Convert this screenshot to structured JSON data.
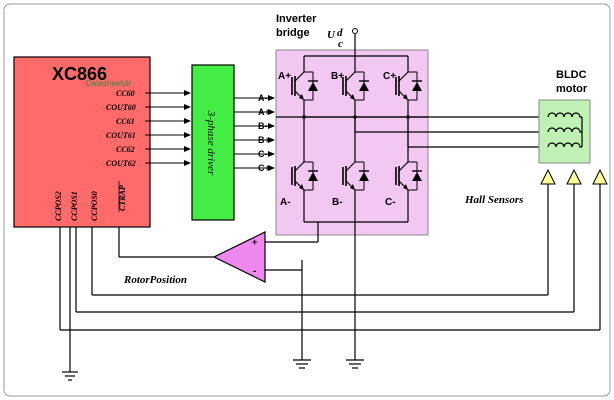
{
  "mcu": {
    "name": "XC866",
    "watermark": "Datasheetdir",
    "outputs": [
      "CC60",
      "COUT60",
      "CC61",
      "COUT61",
      "CC62",
      "COUT62"
    ],
    "bottom_pins": [
      "CCPOS2",
      "CCPOS1",
      "CCPOS0",
      "CTRAP"
    ]
  },
  "driver": {
    "label": "3-phase driver",
    "outputs": [
      "A-",
      "A+",
      "B-",
      "B+",
      "C-",
      "C+"
    ]
  },
  "inverter": {
    "title_line1": "Inverter",
    "title_line2": "bridge",
    "supply_main": "U",
    "supply_sup": "d",
    "supply_sub": "c",
    "high_switches": [
      "A+",
      "B+",
      "C+"
    ],
    "low_switches": [
      "A-",
      "B-",
      "C-"
    ]
  },
  "motor": {
    "title_line1": "BLDC",
    "title_line2": "motor"
  },
  "labels": {
    "hall_sensors": "Hall Sensors",
    "rotor_position": "RotorPosition",
    "plus": "+",
    "minus": "-"
  },
  "colors": {
    "mcu": "#ff6a6a",
    "driver": "#44ee44",
    "inverter": "#f2c8f2",
    "motor": "#bff0b4",
    "comparator": "#ee88ee",
    "hall": "#ffff99"
  }
}
